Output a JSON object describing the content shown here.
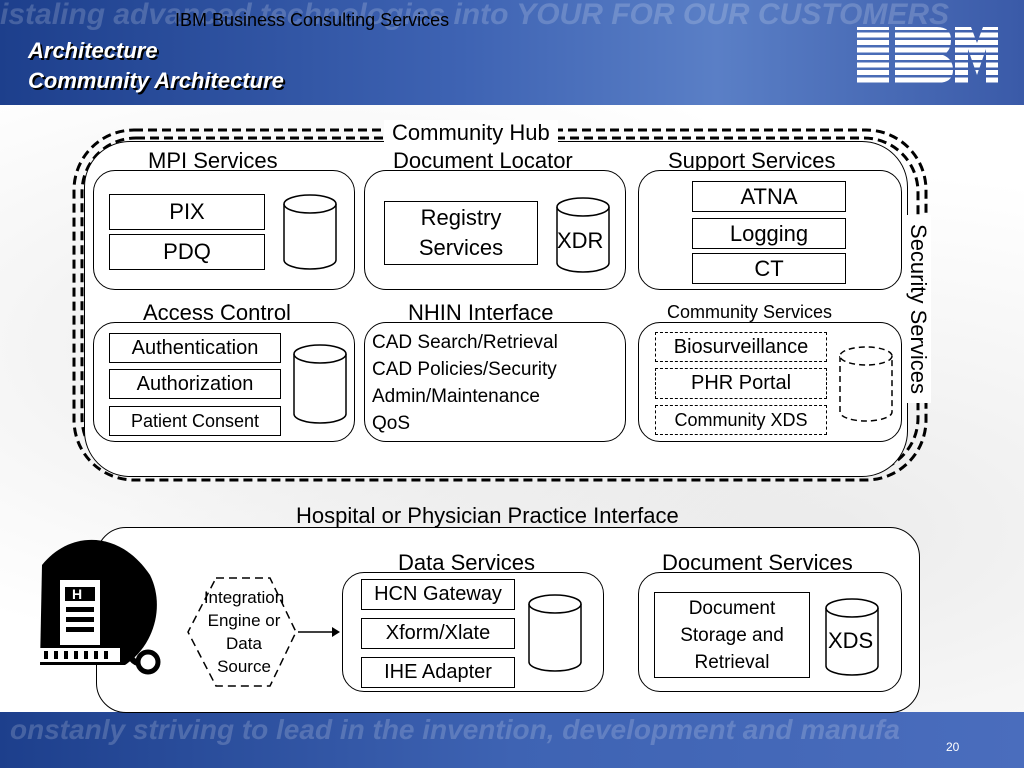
{
  "header": {
    "company": "IBM Business Consulting Services",
    "title_line1": "Architecture",
    "title_line2": "Community Architecture",
    "logo_text": "IBM",
    "bg_text": "istaling advanced technologies into YOUR FOR OUR CUSTOMERS"
  },
  "footer": {
    "page_number": "20",
    "bg_text": "onstanly striving to lead in the invention, development and manufa"
  },
  "community_hub": {
    "label": "Community Hub",
    "security_label": "Security Services",
    "mpi": {
      "label": "MPI Services",
      "items": [
        "PIX",
        "PDQ"
      ]
    },
    "doc_locator": {
      "label": "Document Locator",
      "registry": "Registry Services",
      "db": "XDR"
    },
    "support": {
      "label": "Support Services",
      "items": [
        "ATNA",
        "Logging",
        "CT"
      ]
    },
    "access": {
      "label": "Access Control",
      "items": [
        "Authentication",
        "Authorization",
        "Patient Consent"
      ]
    },
    "nhin": {
      "label": "NHIN Interface",
      "lines": [
        "CAD Search/Retrieval",
        "CAD Policies/Security",
        "Admin/Maintenance",
        "QoS"
      ]
    },
    "community_services": {
      "label": "Community Services",
      "items": [
        "Biosurveillance",
        "PHR Portal",
        "Community XDS"
      ]
    }
  },
  "hospital": {
    "label": "Hospital or Physician Practice Interface",
    "integration": "Integration Engine or Data Source",
    "integration_lines": [
      "Integration",
      "Engine or",
      "Data",
      "Source"
    ],
    "data_services": {
      "label": "Data Services",
      "items": [
        "HCN Gateway",
        "Xform/Xlate",
        "IHE Adapter"
      ]
    },
    "document_services": {
      "label": "Document Services",
      "storage_lines": [
        "Document",
        "Storage and",
        "Retrieval"
      ],
      "db": "XDS"
    }
  },
  "colors": {
    "header_blue": "#2b4d9e",
    "text": "#000000",
    "background": "#ffffff"
  }
}
